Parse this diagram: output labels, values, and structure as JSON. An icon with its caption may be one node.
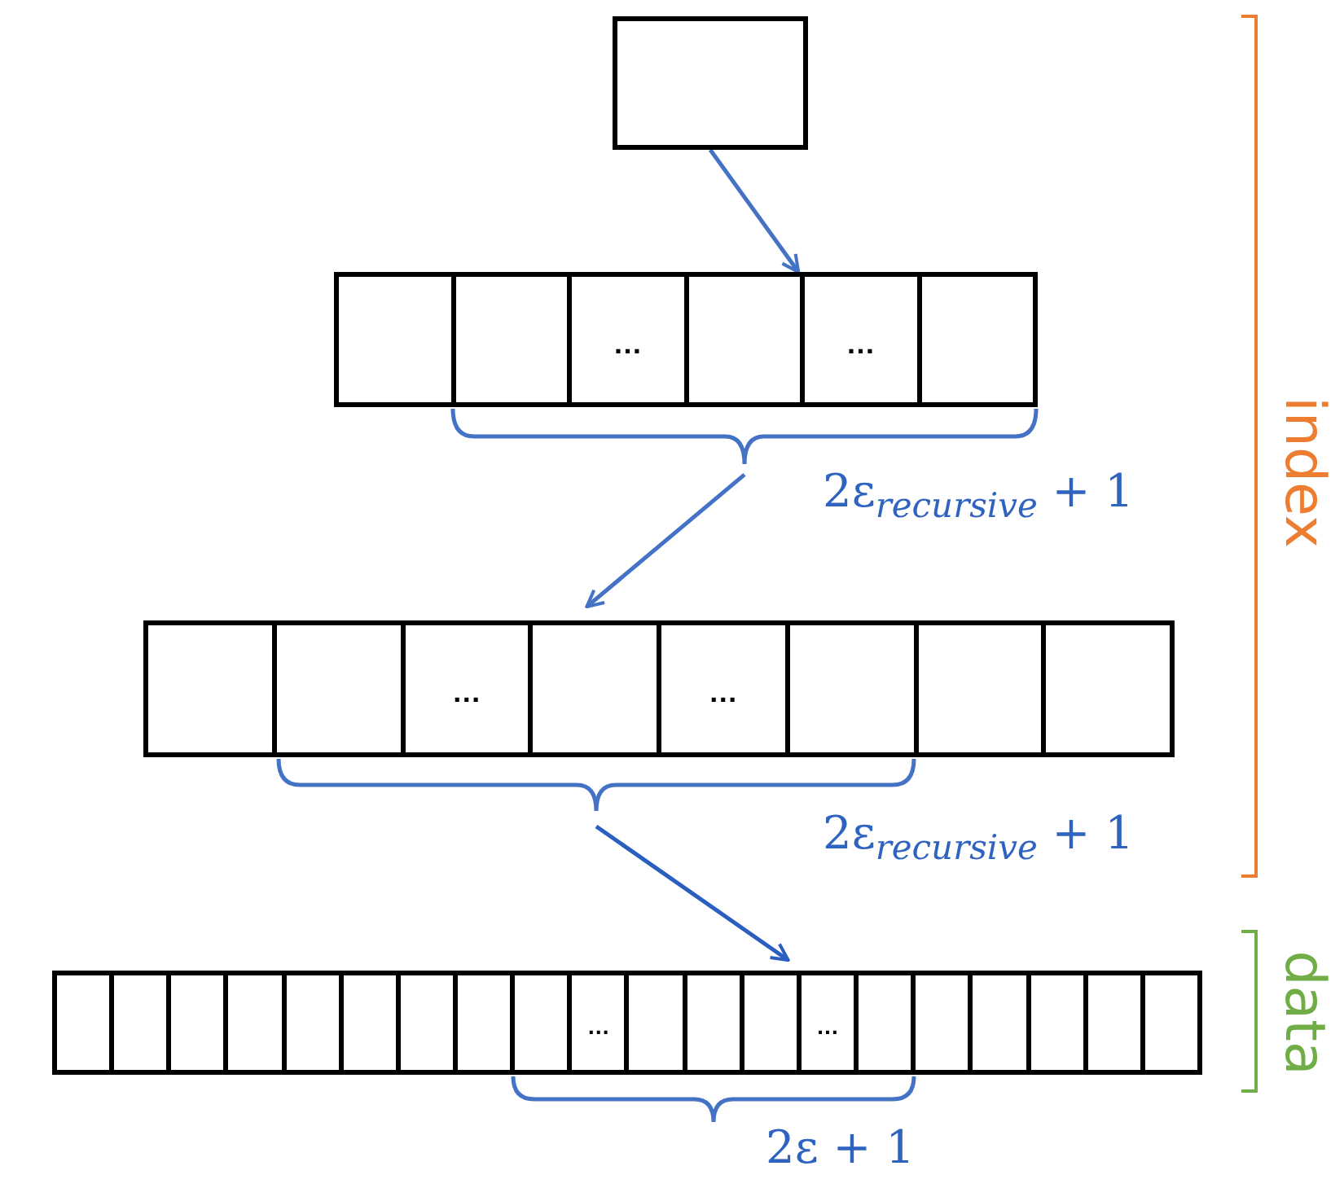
{
  "diagram": {
    "nodes": [
      {
        "text": [],
        "shape": "box"
      },
      {
        "text": [],
        "shape": "box"
      },
      {
        "text": [],
        "shape": "box",
        "in": 1
      },
      {
        "text": [],
        "shape": "box",
        "in": 1
      },
      {
        "text": [
          "…"
        ],
        "in": 1
      },
      {
        "text": [],
        "shape": "box",
        "in": 1
      },
      {
        "text": [
          "…"
        ],
        "in": 1
      },
      {
        "text": [],
        "shape": "box",
        "in": 1
      },
      {
        "text": [],
        "shape": "brace",
        "beside": [
          "2ε$_{recursive}$ + 1"
        ]
      },
      {
        "text": [],
        "shape": "box"
      },
      {
        "text": [],
        "shape": "box",
        "in": 9
      },
      {
        "text": [],
        "shape": "box",
        "in": 9
      },
      {
        "text": [
          "…"
        ],
        "in": 9
      },
      {
        "text": [],
        "shape": "box",
        "in": 9
      },
      {
        "text": [
          "…"
        ],
        "in": 9
      },
      {
        "text": [],
        "shape": "box",
        "in": 9
      },
      {
        "text": [],
        "shape": "box",
        "in": 9
      },
      {
        "text": [],
        "shape": "box",
        "in": 9
      },
      {
        "text": [],
        "shape": "brace",
        "beside": [
          "2ε$_{recursive}$ + 1"
        ]
      },
      {
        "text": [],
        "shape": "box"
      },
      {
        "text": [],
        "shape": "box",
        "in": 19
      },
      {
        "text": [],
        "shape": "box",
        "in": 19
      },
      {
        "text": [],
        "shape": "box",
        "in": 19
      },
      {
        "text": [],
        "shape": "box",
        "in": 19
      },
      {
        "text": [],
        "shape": "box",
        "in": 19
      },
      {
        "text": [],
        "shape": "box",
        "in": 19
      },
      {
        "text": [],
        "shape": "box",
        "in": 19
      },
      {
        "text": [],
        "shape": "box",
        "in": 19
      },
      {
        "text": [],
        "shape": "box",
        "in": 19
      },
      {
        "text": [
          "…"
        ],
        "in": 19
      },
      {
        "text": [],
        "shape": "box",
        "in": 19
      },
      {
        "text": [],
        "shape": "box",
        "in": 19
      },
      {
        "text": [],
        "shape": "box",
        "in": 19
      },
      {
        "text": [
          "…"
        ],
        "in": 19
      },
      {
        "text": [],
        "shape": "box",
        "in": 19
      },
      {
        "text": [],
        "shape": "box",
        "in": 19
      },
      {
        "text": [],
        "shape": "box",
        "in": 19
      },
      {
        "text": [],
        "shape": "box",
        "in": 19
      },
      {
        "text": [],
        "shape": "box",
        "in": 19
      },
      {
        "text": [],
        "shape": "box",
        "in": 19
      },
      {
        "text": [],
        "shape": "brace",
        "beside": [
          "2ε + 1"
        ]
      }
    ],
    "edges": [
      {
        "from": 0,
        "to": 1,
        "arrow": "to"
      },
      {
        "from": 8,
        "to": 9,
        "arrow": "to"
      },
      {
        "from": 18,
        "to": 19,
        "arrow": "to"
      }
    ],
    "labels": [
      "index",
      "data"
    ]
  }
}
